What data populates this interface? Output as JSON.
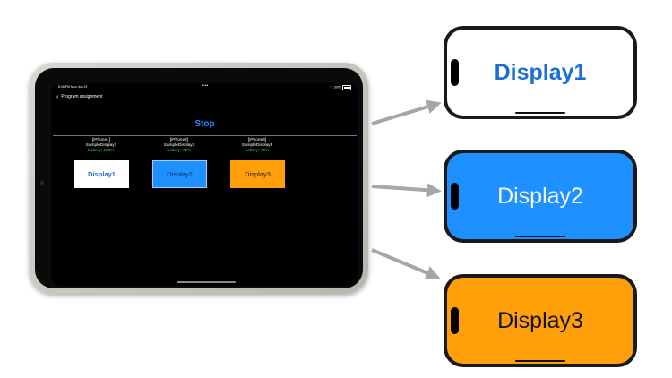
{
  "ipad": {
    "status": {
      "time": "6:46 PM   Mon Jun 19",
      "dots": "•••",
      "battery": "100%"
    },
    "nav": {
      "back_label": "Program assignment"
    },
    "stop_label": "Stop",
    "devices": [
      {
        "device": "[iPhone1]",
        "program": "SampleDisplay1",
        "battery": "battery: 100%",
        "tile_label": "Display1"
      },
      {
        "device": "[iPhone2]",
        "program": "SampleDisplay2",
        "battery": "battery: 72%",
        "tile_label": "Display2"
      },
      {
        "device": "[iPhone3]",
        "program": "SampleDisplay3",
        "battery": "battery: 70%",
        "tile_label": "Display3"
      }
    ]
  },
  "phones": [
    {
      "label": "Display1",
      "color": "#ffffff"
    },
    {
      "label": "Display2",
      "color": "#1e90ff"
    },
    {
      "label": "Display3",
      "color": "#ff9f0a"
    }
  ],
  "colors": {
    "accent": "#1e90ff",
    "battery_ok": "#2ecc40",
    "orange": "#ff9f0a",
    "arrow": "#a6a6a6"
  }
}
